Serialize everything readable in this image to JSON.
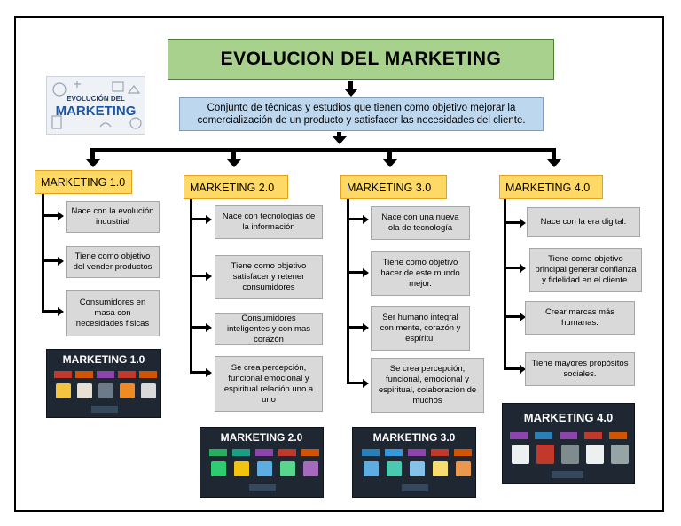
{
  "logo": {
    "line1": "EVOLUCIÓN DEL",
    "line2": "MARKETING"
  },
  "title": "EVOLUCION DEL MARKETING",
  "definition": "Conjunto de técnicas y estudios que tienen como objetivo mejorar la comercialización de un producto y satisfacer las necesidades del cliente.",
  "colors": {
    "title_bg": "#a9d18e",
    "definition_bg": "#bdd7ee",
    "era_bg": "#ffd966",
    "item_bg": "#d9d9d9"
  },
  "eras": [
    {
      "label": "MARKETING 1.0",
      "thumb_title": "MARKETING 1.0",
      "items": [
        "Nace con la evolución industrial",
        "Tiene como objetivo del vender productos",
        "Consumidores en masa con necesidades fisicas"
      ]
    },
    {
      "label": "MARKETING 2.0",
      "thumb_title": "MARKETING 2.0",
      "items": [
        "Nace con tecnologías de la información",
        "Tiene como objetivo satisfacer y retener consumidores",
        "Consumidores inteligentes y con mas corazón",
        "Se crea percepción, funcional emocional y espiritual relación uno a uno"
      ]
    },
    {
      "label": "MARKETING 3.0",
      "thumb_title": "MARKETING 3.0",
      "items": [
        "Nace con una nueva ola de tecnología",
        "Tiene como objetivo hacer de este mundo mejor.",
        "Ser humano integral con mente, corazón y espíritu.",
        "Se crea percepción, funcional, emocional y espiritual, colaboración de muchos"
      ]
    },
    {
      "label": "MARKETING 4.0",
      "thumb_title": "MARKETING 4.0",
      "items": [
        "Nace con la era digital.",
        "Tiene como objetivo principal generar confianza y fidelidad en el cliente.",
        "Crear marcas más humanas.",
        "Tiene mayores propósitos sociales."
      ]
    }
  ]
}
